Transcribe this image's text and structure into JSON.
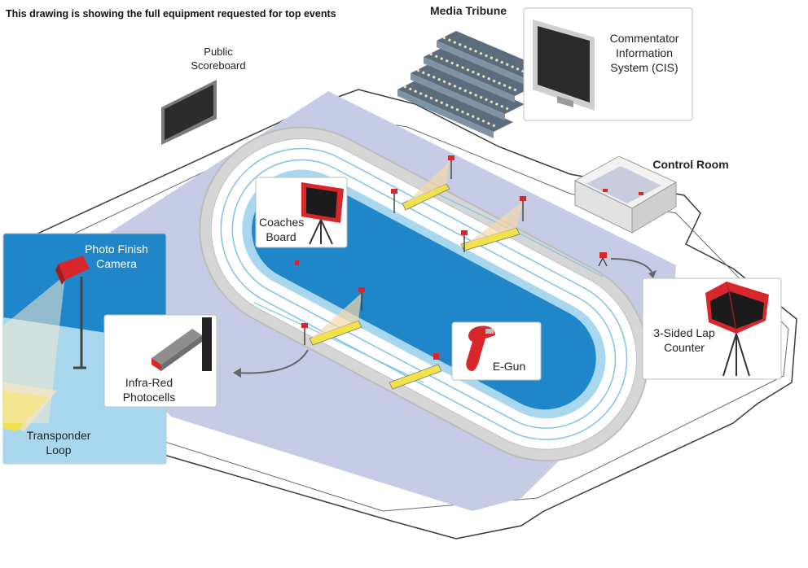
{
  "header": {
    "title": "This drawing is showing the full equipment requested for top events"
  },
  "labels": {
    "media_tribune": "Media Tribune",
    "public_scoreboard": "Public Scoreboard",
    "commentator_information_system": "Commentator Information System (CIS)",
    "control_room": "Control Room",
    "coaches_board": "Coaches Board",
    "photo_finish_camera": "Photo Finish Camera",
    "infra_red_photocells": "Infra-Red Photocells",
    "transponder_loop": "Transponder Loop",
    "e_gun": "E-Gun",
    "three_sided_lap_counter": "3-Sided Lap Counter"
  },
  "colors": {
    "accent_red": "#d9262b",
    "ice_blue": "#1f87c9",
    "floor_lavender": "#c6cbe6",
    "track_grey": "#dcdcdc",
    "timing_yellow": "#f2e24a"
  }
}
